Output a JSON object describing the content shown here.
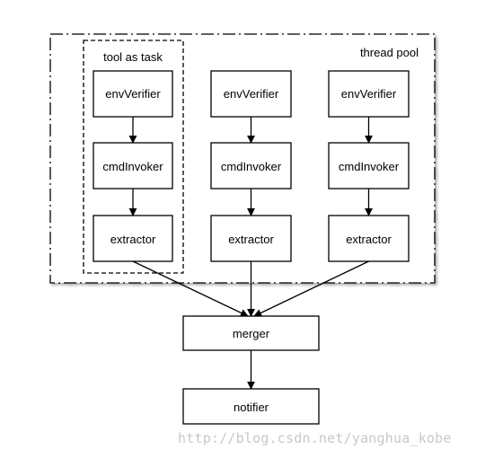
{
  "diagram": {
    "thread_pool_label": "thread pool",
    "task_group_label": "tool as task",
    "columns": [
      {
        "env": "envVerifier",
        "cmd": "cmdInvoker",
        "ext": "extractor"
      },
      {
        "env": "envVerifier",
        "cmd": "cmdInvoker",
        "ext": "extractor"
      },
      {
        "env": "envVerifier",
        "cmd": "cmdInvoker",
        "ext": "extractor"
      }
    ],
    "merger_label": "merger",
    "notifier_label": "notifier"
  },
  "watermark": "http://blog.csdn.net/yanghua_kobe"
}
